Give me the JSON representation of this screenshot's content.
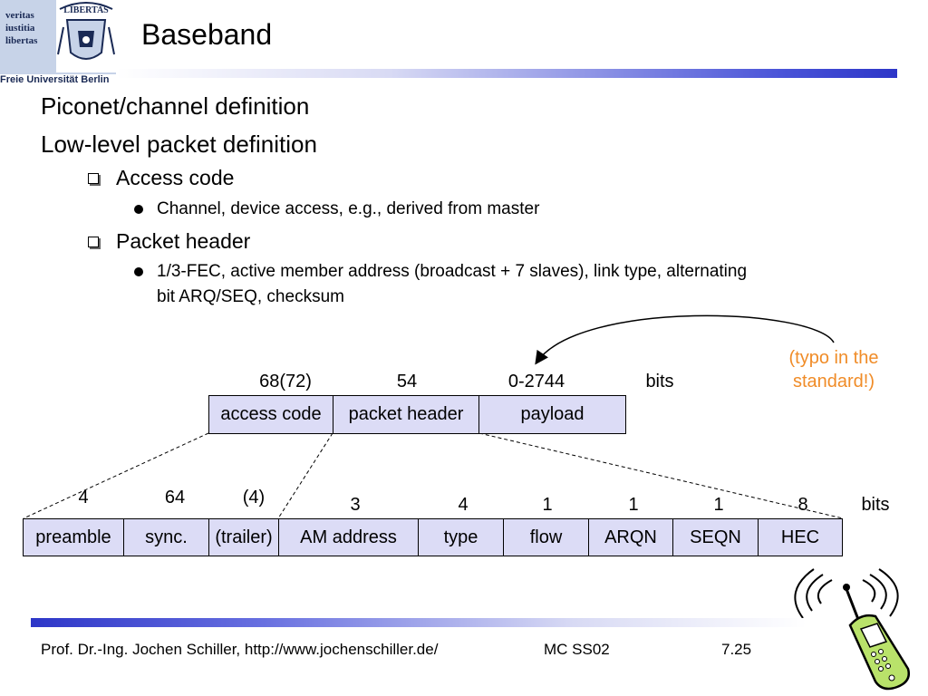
{
  "header": {
    "logo_lines": [
      "veritas",
      "iustitia",
      "libertas"
    ],
    "seal_text": "LIBERTAS",
    "university": "Freie Universität Berlin",
    "title": "Baseband"
  },
  "bullets": {
    "item1": "Piconet/channel definition",
    "item2": "Low-level packet definition",
    "sub1": "Access code",
    "sub1_detail": "Channel, device access, e.g., derived from master",
    "sub2": "Packet header",
    "sub2_detail_line1": "1/3-FEC, active member address (broadcast + 7 slaves), link type, alternating",
    "sub2_detail_line2": "bit ARQ/SEQ, checksum"
  },
  "packet": {
    "fields": [
      "access code",
      "packet header",
      "payload"
    ],
    "bits": [
      "68(72)",
      "54",
      "0-2744"
    ],
    "unit": "bits"
  },
  "detail": {
    "fields": [
      "preamble",
      "sync.",
      "(trailer)",
      "AM address",
      "type",
      "flow",
      "ARQN",
      "SEQN",
      "HEC"
    ],
    "bits": [
      "4",
      "64",
      "(4)",
      "3",
      "4",
      "1",
      "1",
      "1",
      "8"
    ],
    "unit": "bits"
  },
  "annotation": {
    "line1": "(typo in the",
    "line2": "standard!)",
    "color": "#f08c28"
  },
  "footer": {
    "author": "Prof. Dr.-Ing. Jochen Schiller, http://www.jochenschiller.de/",
    "course": "MC SS02",
    "page": "7.25"
  },
  "colors": {
    "cell_fill": "#dcdcf6",
    "bar": "#2d36c8"
  }
}
